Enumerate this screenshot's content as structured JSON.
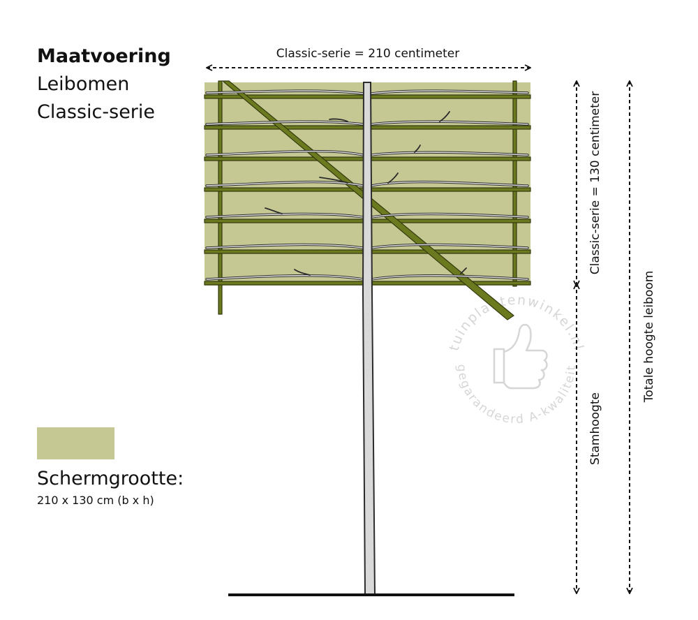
{
  "legend": {
    "heading": "Maatvoering",
    "subtitle_line1": "Leibomen",
    "subtitle_line2": "Classic-serie",
    "swatch_color": "#c6c893",
    "screen_size_label": "Schermgrootte:",
    "screen_size_value": "210 x 130 cm (b x h)"
  },
  "dimensions": {
    "width_label": "Classic-serie = 210 centimeter",
    "height_label": "Classic-serie = 130 centimeter",
    "stem_label": "Stamhoogte",
    "total_label": "Totale hoogte leiboom"
  },
  "watermark": {
    "line1": "tuinplantenwinkel.nl",
    "line2": "gegarandeerd A-kwaliteit"
  },
  "colors": {
    "screen_fill": "#c6c893",
    "bamboo": "#6b7a1e",
    "bamboo_dark": "#33390d",
    "trunk_fill": "#d9d9d9",
    "trunk_stroke": "#2b2b2b",
    "ground": "#111111",
    "watermark": "#d6d6d6"
  }
}
